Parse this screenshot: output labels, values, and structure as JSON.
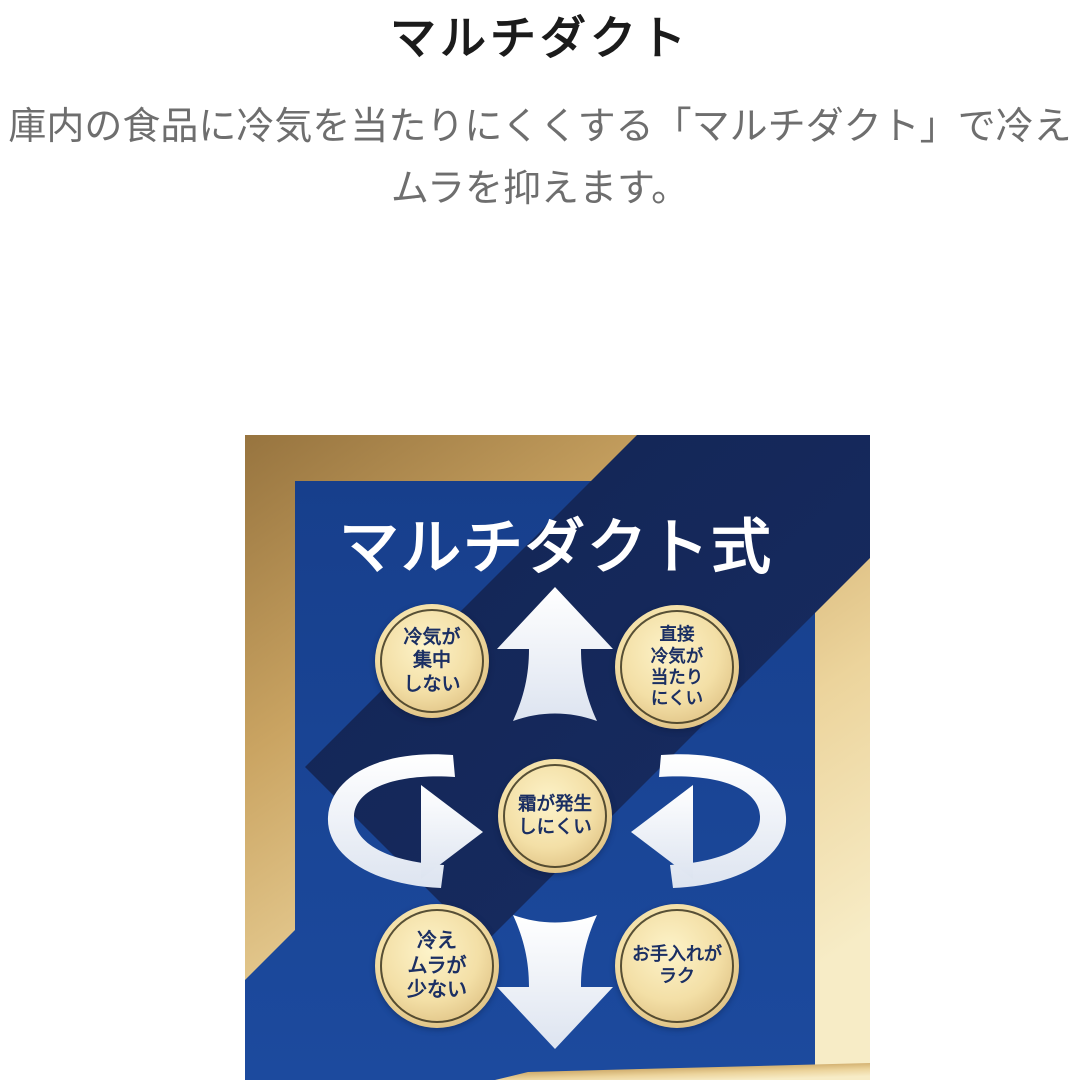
{
  "colors": {
    "gold-dark": "#97743f",
    "gold-mid": "#caa462",
    "gold-light": "#ecd49c",
    "gold-pale": "#f7ecc6",
    "royal-blue": "#1c4a9e",
    "royal-blue-dark": "#173f8c",
    "navy": "#172c62",
    "circle-cream": "#fdf3c9",
    "circle-gold": "#d9b97a",
    "circle-text": "#1b2f63",
    "heading-text": "#1b1b1b",
    "body-text": "#6e6e6e",
    "arrow-white": "#ffffff"
  },
  "page": {
    "heading": "マルチダクト",
    "description": {
      "line1": "庫内の食品に冷気を当たりにくくする「マルチダクト」で冷え",
      "line2": "ムラを抑えます。"
    }
  },
  "infographic": {
    "title": "マルチダクト式",
    "circles": [
      {
        "id": "top-left",
        "label": "冷気が\n集中\nしない"
      },
      {
        "id": "top-right",
        "label": "直接\n冷気が\n当たり\nにくい"
      },
      {
        "id": "center",
        "label": "霜が発生\nしにくい"
      },
      {
        "id": "bottom-left",
        "label": "冷え\nムラが\n少ない"
      },
      {
        "id": "bottom-right",
        "label": "お手入れが\nラク"
      }
    ],
    "icons": [
      "arrow-up-icon",
      "arrow-down-icon",
      "circulation-arrow-left-icon",
      "circulation-arrow-right-icon"
    ]
  }
}
